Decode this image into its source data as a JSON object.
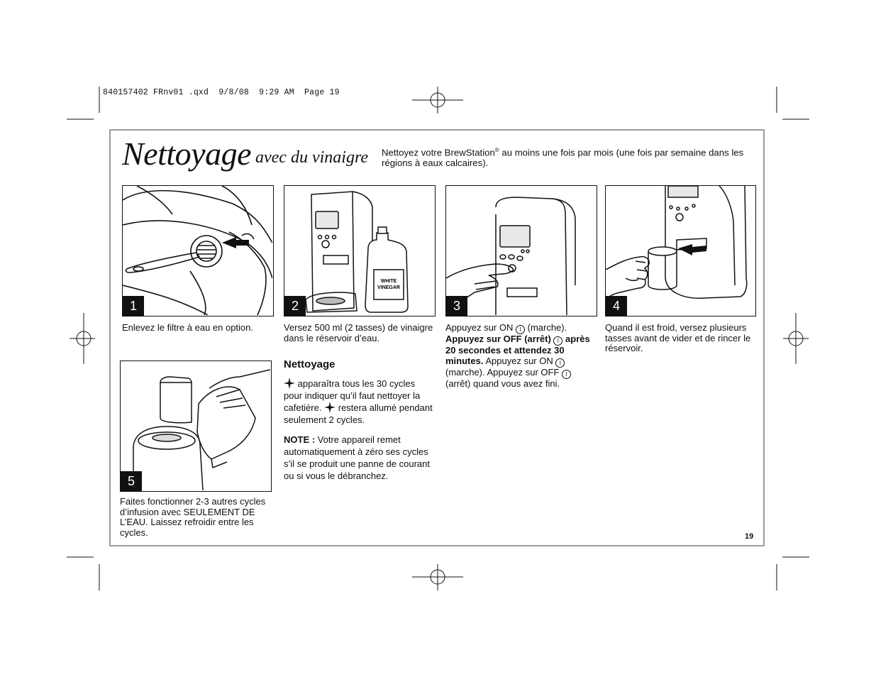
{
  "slug": "840157402 FRnv01 .qxd  9/8/08  9:29 AM  Page 19",
  "title": {
    "main": "Nettoyage",
    "sub": "avec du vinaigre"
  },
  "intro": {
    "part1": "Nettoyez votre BrewStation",
    "reg": "®",
    "part2": " au moins une fois par mois (une fois par semaine dans les régions à eaux calcaires)."
  },
  "steps": [
    {
      "number": "1",
      "caption": "Enlevez le filtre à eau en option."
    },
    {
      "number": "2",
      "caption": "Versez 500 ml (2 tasses) de vinaigre dans le réservoir d’eau.",
      "jug_label_1": "WHITE",
      "jug_label_2": "VINEGAR"
    },
    {
      "number": "3",
      "c1": "Appuyez sur ON",
      "c2": "(marche).",
      "c3": "Appuyez sur OFF (arrêt)",
      "c4": "après 20 secondes et attendez 30 minutes.",
      "c5": "Appuyez sur ON",
      "c6": "(marche). Appuyez sur OFF",
      "c7": "(arrêt) quand vous avez fini."
    },
    {
      "number": "4",
      "caption": "Quand il est froid, versez plusieurs tasses avant de vider et de rincer le réservoir."
    },
    {
      "number": "5",
      "caption": "Faites fonctionner 2-3 autres cycles d’infusion avec SEULEMENT DE L’EAU. Laissez refroidir entre les cycles."
    }
  ],
  "cleaning": {
    "heading": "Nettoyage",
    "p1a": "apparaîtra tous les 30 cycles pour indiquer qu’il faut nettoyer la cafetière.",
    "p1b": "restera allumé pendant seulement 2 cycles.",
    "note_label": "NOTE :",
    "note_text": " Votre appareil remet automatiquement à zéro ses cycles s’il se produit une panne de courant ou si vous le débranchez."
  },
  "power_symbol": "I",
  "page_number": "19"
}
